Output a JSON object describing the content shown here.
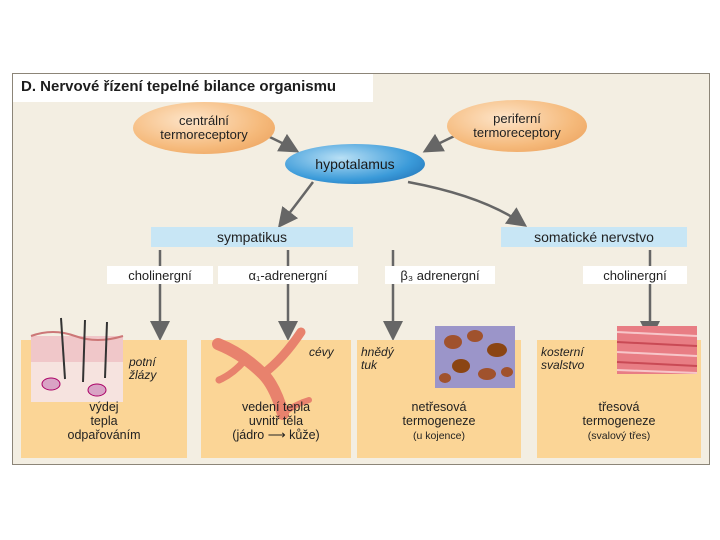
{
  "title": "D. Nervové řízení tepelné bilance organismu",
  "receptors": {
    "central": [
      "centrální",
      "termoreceptory"
    ],
    "peripheral": [
      "periferní",
      "termoreceptory"
    ]
  },
  "hub": "hypotalamus",
  "divisions": {
    "sympathetic": "sympatikus",
    "somatic": "somatické nervstvo"
  },
  "pathways": {
    "cholinergic_left": "cholinergní",
    "alpha1": "α₁-adrenergní",
    "beta3": "β₃ adrenergní",
    "cholinergic_right": "cholinergní"
  },
  "effectors": [
    {
      "organ": [
        "potní",
        "žlázy"
      ],
      "effect": [
        "výdej",
        "tepla",
        "odpařováním"
      ]
    },
    {
      "organ": [
        "cévy"
      ],
      "effect": [
        "vedení tepla",
        "uvnitř těla",
        "(jádro ⟶ kůže)"
      ]
    },
    {
      "organ": [
        "hnědý",
        "tuk"
      ],
      "effect": [
        "netřesová",
        "termogeneze",
        "(u kojence)"
      ]
    },
    {
      "organ": [
        "kosterní",
        "svalstvo"
      ],
      "effect": [
        "třesová",
        "termogeneze",
        "(svalový třes)"
      ]
    }
  ],
  "colors": {
    "orange": "#f5b97a",
    "blue": "#3a9ad9",
    "bar": "#c8e6f5",
    "box": "#fbd596"
  }
}
